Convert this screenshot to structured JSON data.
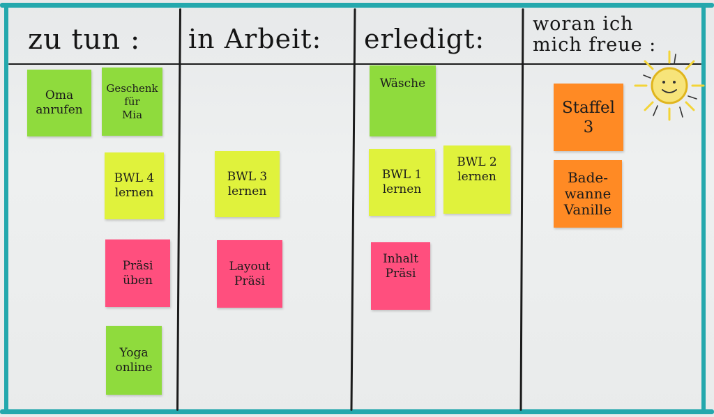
{
  "board": {
    "frame_color": "#24a8ad",
    "columns": [
      {
        "title": "zu tun :"
      },
      {
        "title": "in Arbeit:"
      },
      {
        "title": "erledigt:"
      },
      {
        "title": "woran ich mich freue :"
      }
    ],
    "notes": {
      "oma": "Oma\nanrufen",
      "geschenk": "Geschenk\nfür\nMia",
      "bwl4": "BWL 4\nlernen",
      "praesi_ueben": "Präsi\nüben",
      "yoga": "Yoga\nonline",
      "bwl3": "BWL 3\nlernen",
      "layout": "Layout\nPräsi",
      "waesche": "Wäsche",
      "bwl1": "BWL 1\nlernen",
      "bwl2": "BWL 2\nlernen",
      "inhalt": "Inhalt\nPräsi",
      "staffel": "Staffel\n3",
      "badewanne": "Bade-\nwanne\nVanille"
    },
    "colors": {
      "green": "#8fdb3d",
      "yellow": "#e0f23c",
      "pink": "#ff4f7e",
      "orange": "#ff8a24"
    },
    "decoration": {
      "sun_icon": "sun-icon"
    }
  }
}
